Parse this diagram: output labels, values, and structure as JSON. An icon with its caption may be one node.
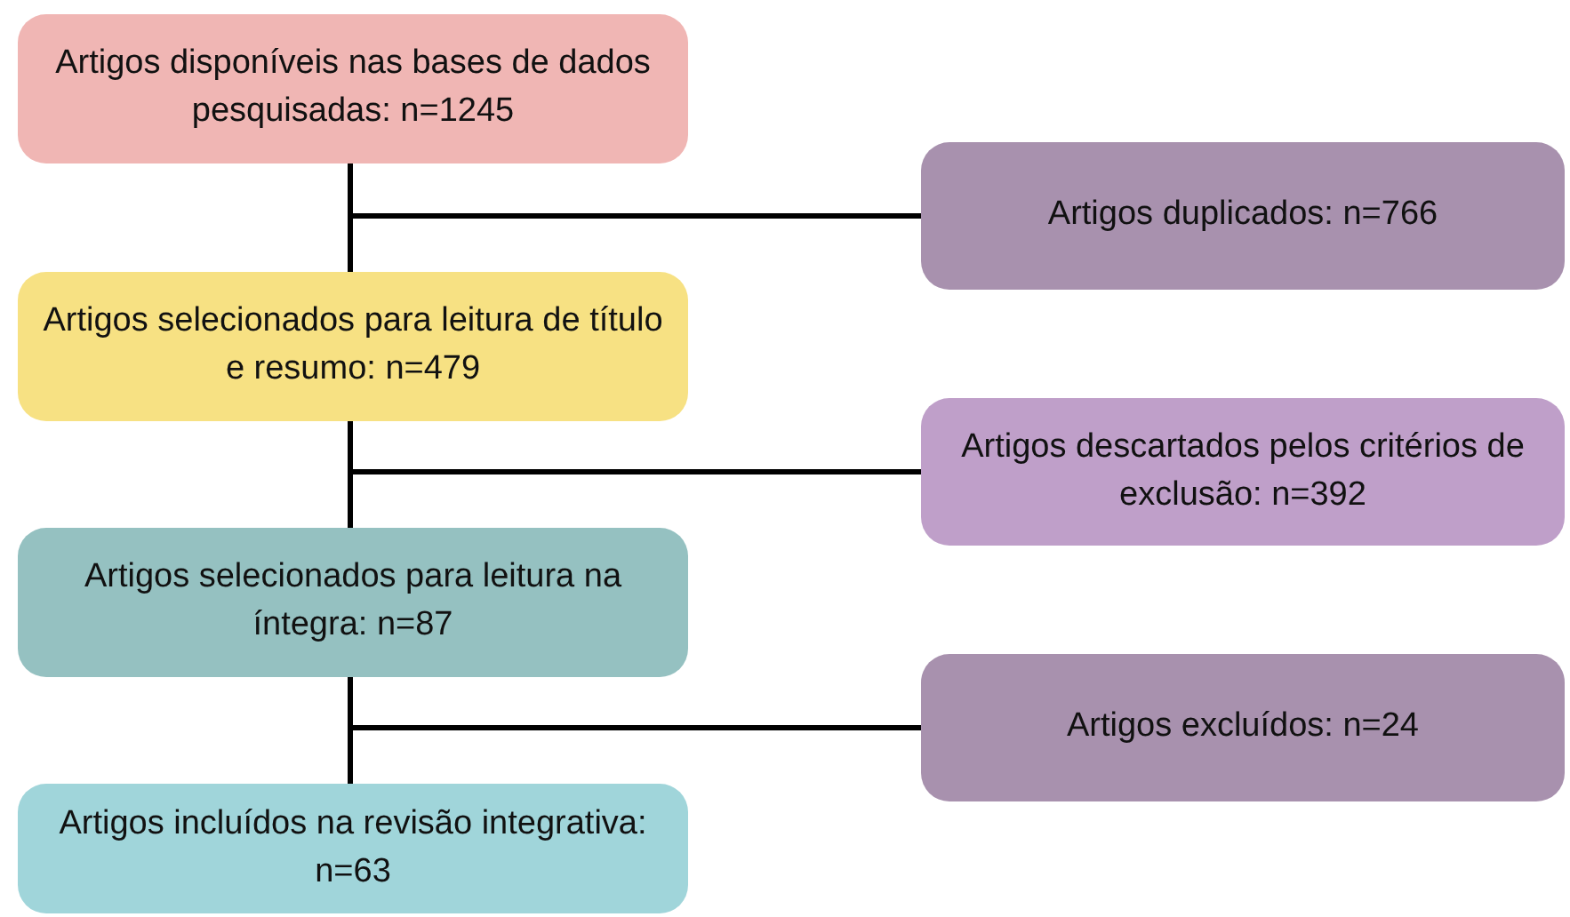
{
  "diagram": {
    "nodes": [
      {
        "text": [
          "Artigos disponíveis nas bases de dados pesquisadas: n=1245"
        ]
      },
      {
        "text": [
          "Artigos duplicados: n=766"
        ]
      },
      {
        "text": [
          "Artigos selecionados para leitura de título e resumo: n=479"
        ]
      },
      {
        "text": [
          "Artigos descartados pelos critérios de exclusão: n=392"
        ]
      },
      {
        "text": [
          "Artigos selecionados para leitura na íntegra: n=87"
        ]
      },
      {
        "text": [
          "Artigos excluídos: n=24"
        ]
      },
      {
        "text": [
          "Artigos incluídos na revisão integrativa: n=63"
        ]
      }
    ],
    "edges": [
      {
        "from": 0,
        "to": 2,
        "arrow": "none"
      },
      {
        "from": 0,
        "to": 1,
        "arrow": "none"
      },
      {
        "from": 2,
        "to": 4,
        "arrow": "none"
      },
      {
        "from": 2,
        "to": 3,
        "arrow": "none"
      },
      {
        "from": 4,
        "to": 6,
        "arrow": "none"
      },
      {
        "from": 4,
        "to": 5,
        "arrow": "none"
      }
    ]
  }
}
